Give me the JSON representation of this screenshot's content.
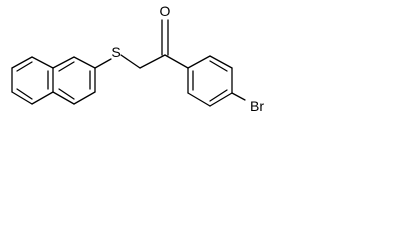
{
  "molecule": {
    "atoms": {
      "oxygen": "O",
      "sulfur": "S",
      "bromine": "Br"
    }
  }
}
